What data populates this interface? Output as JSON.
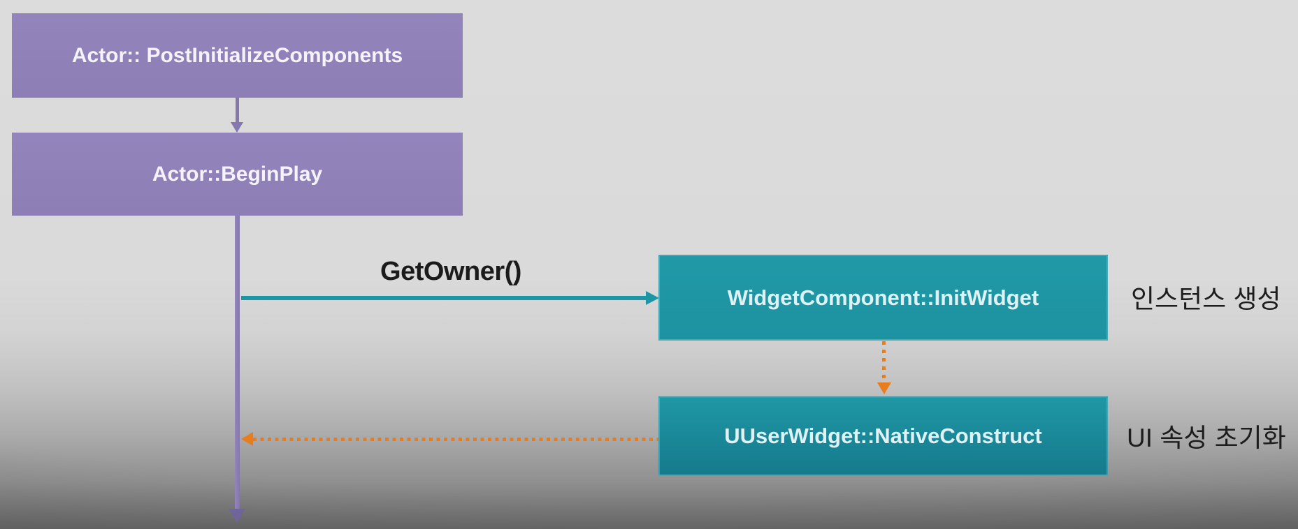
{
  "diagram": {
    "type": "sequence-flow",
    "nodes": [
      {
        "id": "post-initialize-components",
        "label": "Actor:: PostInitializeComponents",
        "color": "#9181BA",
        "text_color": "#F5F2FA"
      },
      {
        "id": "begin-play",
        "label": "Actor::BeginPlay",
        "color": "#9181BA",
        "text_color": "#F5F2FA"
      },
      {
        "id": "init-widget",
        "label": "WidgetComponent::InitWidget",
        "color": "#1E96A4",
        "text_color": "#DEF2F5",
        "annotation": "인스턴스 생성"
      },
      {
        "id": "native-construct",
        "label": "UUserWidget::NativeConstruct",
        "color": "#1E96A4",
        "text_color": "#DEF2F5",
        "annotation": "UI 속성 초기화"
      }
    ],
    "edges": [
      {
        "from": "post-initialize-components",
        "to": "begin-play",
        "style": "solid",
        "direction": "down",
        "color": "#8677AE"
      },
      {
        "from": "begin-play",
        "to": "bottom-of-frame",
        "style": "solid",
        "direction": "down",
        "color": "#8476AB"
      },
      {
        "from": "begin-play",
        "to": "init-widget",
        "style": "solid",
        "direction": "right",
        "color": "#1E95A5",
        "label": "GetOwner()"
      },
      {
        "from": "init-widget",
        "to": "native-construct",
        "style": "dotted",
        "direction": "down",
        "color": "#E87D1E"
      },
      {
        "from": "native-construct",
        "to": "begin-play",
        "style": "dotted",
        "direction": "left",
        "color": "#E87D1E"
      }
    ],
    "background": {
      "top_color": "#DCDCDC",
      "bottom_color": "#686868",
      "style": "vertical-gradient"
    }
  }
}
